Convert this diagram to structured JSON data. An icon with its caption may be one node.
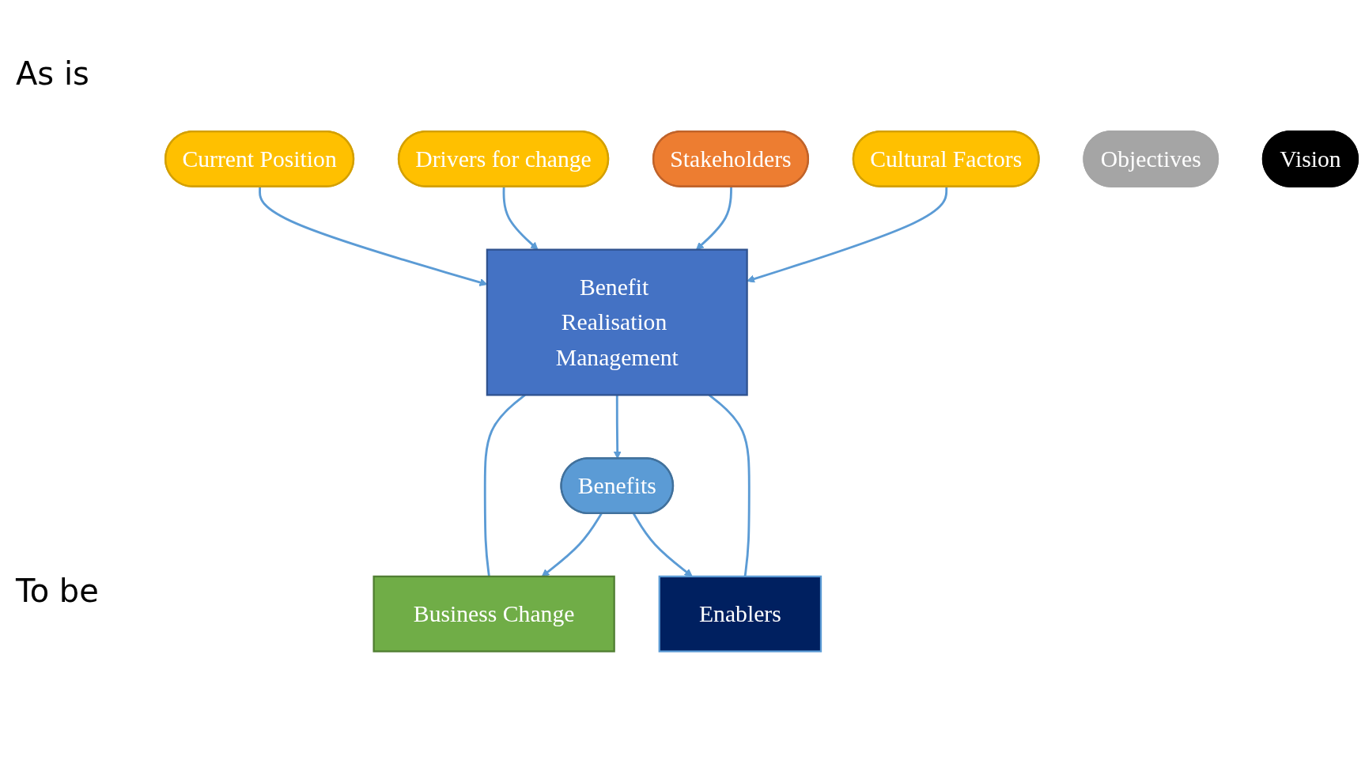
{
  "diagram": {
    "nodes": [
      {
        "text": [
          "Current Position"
        ]
      },
      {
        "text": [
          "Drivers for change"
        ]
      },
      {
        "text": [
          "Stakeholders"
        ]
      },
      {
        "text": [
          "Cultural Factors"
        ]
      },
      {
        "text": [
          "Enablers"
        ]
      },
      {
        "text": [
          "Benefit Realisation Management"
        ]
      },
      {
        "text": [
          "Business Change"
        ]
      },
      {
        "text": [
          "Benefits"
        ]
      },
      {
        "text": [
          "Objectives"
        ]
      },
      {
        "text": [
          "Vision"
        ]
      }
    ],
    "edges": [
      {
        "from": 0,
        "to": 5,
        "arrow": "to"
      },
      {
        "from": 1,
        "to": 5,
        "arrow": "to"
      },
      {
        "from": 2,
        "to": 5,
        "arrow": "to"
      },
      {
        "from": 3,
        "to": 5,
        "arrow": "to"
      },
      {
        "from": 4,
        "to": 5,
        "arrow": "none"
      },
      {
        "from": 5,
        "to": 6,
        "arrow": "none"
      },
      {
        "from": 5,
        "to": 7,
        "arrow": "to"
      },
      {
        "from": 7,
        "to": 4,
        "arrow": "to"
      },
      {
        "from": 7,
        "to": 6,
        "arrow": "to"
      }
    ],
    "labels": [
      "As is",
      "To be"
    ]
  }
}
